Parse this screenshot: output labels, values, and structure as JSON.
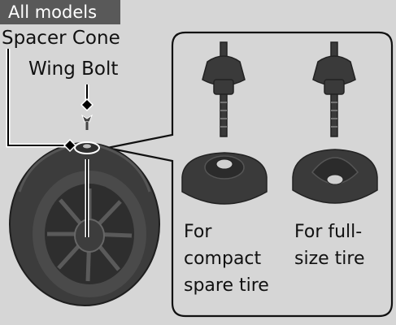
{
  "badge": "All models",
  "callouts": {
    "spacer_cone": "Spacer Cone",
    "wing_bolt": "Wing Bolt"
  },
  "panel": {
    "compact": {
      "line1": "For",
      "line2": "compact",
      "line3": "spare tire"
    },
    "fullsize": {
      "line1": "For full-",
      "line2": "size tire"
    }
  },
  "colors": {
    "background": "#d6d6d6",
    "badge_bg": "#595959",
    "panel_bg": "#d6d6d6",
    "part_dark": "#3a3a3a",
    "outline": "#111111"
  }
}
